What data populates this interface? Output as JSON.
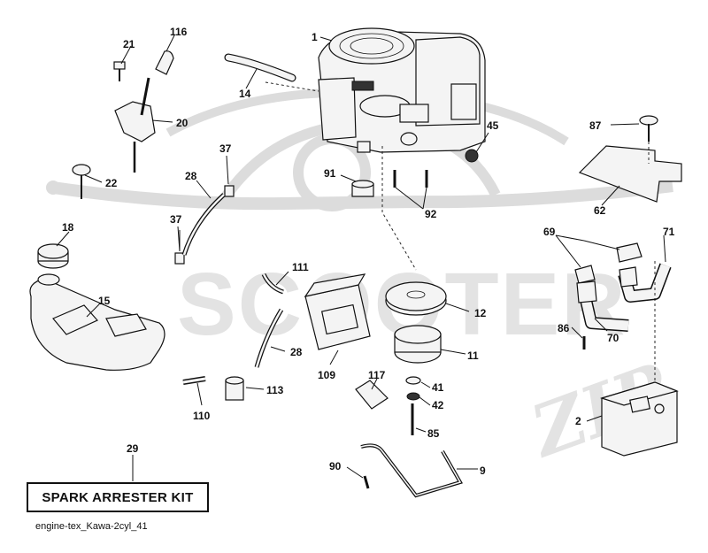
{
  "diagram": {
    "kit_label": "SPARK ARRESTER KIT",
    "caption": "engine-tex_Kawa-2cyl_41",
    "watermark_text": "SCOOTER",
    "watermark_script": "ZIP",
    "callouts": {
      "c1": "1",
      "c116": "116",
      "c21": "21",
      "c14": "14",
      "c20": "20",
      "c45": "45",
      "c87": "87",
      "c37a": "37",
      "c22": "22",
      "c28a": "28",
      "c91": "91",
      "c92": "92",
      "c62": "62",
      "c18": "18",
      "c37b": "37",
      "c69": "69",
      "c71": "71",
      "c111": "111",
      "c15": "15",
      "c12": "12",
      "c86": "86",
      "c70": "70",
      "c28b": "28",
      "c11": "11",
      "c109": "109",
      "c117": "117",
      "c41": "41",
      "c110": "110",
      "c113": "113",
      "c42": "42",
      "c2": "2",
      "c85": "85",
      "c29": "29",
      "c90": "90",
      "c9": "9"
    }
  }
}
